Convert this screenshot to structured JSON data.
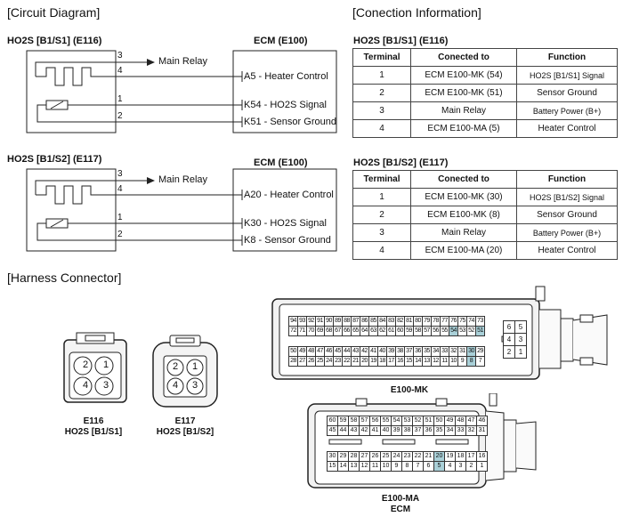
{
  "sections": {
    "circuit": "[Circuit Diagram]",
    "connection": "[Conection Information]",
    "harness": "[Harness Connector]"
  },
  "circuits": [
    {
      "sensor": "HO2S [B1/S1] (E116)",
      "ecm": "ECM (E100)",
      "relay": "Main Relay",
      "pins": [
        "3",
        "4",
        "1",
        "2"
      ],
      "ecm_pins": [
        "A5 - Heater Control",
        "K54 - HO2S Signal",
        "K51 - Sensor Ground"
      ]
    },
    {
      "sensor": "HO2S [B1/S2] (E117)",
      "ecm": "ECM (E100)",
      "relay": "Main Relay",
      "pins": [
        "3",
        "4",
        "1",
        "2"
      ],
      "ecm_pins": [
        "A20 - Heater Control",
        "K30 - HO2S Signal",
        "K8 - Sensor Ground"
      ]
    }
  ],
  "tables": [
    {
      "title": "HO2S [B1/S1] (E116)",
      "headers": [
        "Terminal",
        "Conected to",
        "Function"
      ],
      "rows": [
        [
          "1",
          "ECM E100-MK (54)",
          "HO2S [B1/S1] Signal"
        ],
        [
          "2",
          "ECM E100-MK (51)",
          "Sensor Ground"
        ],
        [
          "3",
          "Main Relay",
          "Battery Power (B+)"
        ],
        [
          "4",
          "ECM E100-MA (5)",
          "Heater Control"
        ]
      ]
    },
    {
      "title": "HO2S [B1/S2] (E117)",
      "headers": [
        "Terminal",
        "Conected to",
        "Function"
      ],
      "rows": [
        [
          "1",
          "ECM E100-MK (30)",
          "HO2S [B1/S2] Signal"
        ],
        [
          "2",
          "ECM E100-MK (8)",
          "Sensor Ground"
        ],
        [
          "3",
          "Main Relay",
          "Battery Power (B+)"
        ],
        [
          "4",
          "ECM E100-MA (20)",
          "Heater Control"
        ]
      ]
    }
  ],
  "connectors": {
    "e116": {
      "pins": [
        "2",
        "1",
        "4",
        "3"
      ],
      "caption1": "E116",
      "caption2": "HO2S [B1/S1]"
    },
    "e117": {
      "pins": [
        "2",
        "1",
        "4",
        "3"
      ],
      "caption1": "E117",
      "caption2": "HO2S [B1/S2]"
    },
    "mk": {
      "caption": "E100-MK",
      "row1": [
        "94",
        "93",
        "92",
        "91",
        "90",
        "89",
        "88",
        "87",
        "86",
        "85",
        "84",
        "83",
        "82",
        "81",
        "80",
        "79",
        "78",
        "77",
        "76",
        "75",
        "74",
        "73"
      ],
      "row2": [
        "72",
        "71",
        "70",
        "69",
        "68",
        "67",
        "66",
        "65",
        "64",
        "63",
        "62",
        "61",
        "60",
        "59",
        "58",
        "57",
        "56",
        "55",
        "54",
        "53",
        "52",
        "51"
      ],
      "row3": [
        "50",
        "49",
        "48",
        "47",
        "46",
        "45",
        "44",
        "43",
        "42",
        "41",
        "40",
        "39",
        "38",
        "37",
        "36",
        "35",
        "34",
        "33",
        "32",
        "31",
        "30",
        "29"
      ],
      "row4": [
        "28",
        "27",
        "26",
        "25",
        "24",
        "23",
        "22",
        "21",
        "20",
        "19",
        "18",
        "17",
        "16",
        "15",
        "14",
        "13",
        "12",
        "11",
        "10",
        "9",
        "8",
        "7"
      ],
      "side": [
        "6",
        "5",
        "4",
        "3",
        "2",
        "1"
      ],
      "highlight": [
        "54",
        "51",
        "30",
        "8"
      ],
      "highlight_color": "#a9d0d8"
    },
    "ma": {
      "caption1": "E100-MA",
      "caption2": "ECM",
      "row1": [
        "60",
        "59",
        "58",
        "57",
        "56",
        "55",
        "54",
        "53",
        "52",
        "51",
        "50",
        "49",
        "48",
        "47",
        "46"
      ],
      "row2": [
        "45",
        "44",
        "43",
        "42",
        "41",
        "40",
        "39",
        "38",
        "37",
        "36",
        "35",
        "34",
        "33",
        "32",
        "31"
      ],
      "row3": [
        "30",
        "29",
        "28",
        "27",
        "26",
        "25",
        "24",
        "23",
        "22",
        "21",
        "20",
        "19",
        "18",
        "17",
        "16"
      ],
      "row4": [
        "15",
        "14",
        "13",
        "12",
        "11",
        "10",
        "9",
        "8",
        "7",
        "6",
        "5",
        "4",
        "3",
        "2",
        "1"
      ],
      "highlight": [
        "20",
        "5"
      ],
      "highlight_color": "#a9d0d8"
    }
  }
}
